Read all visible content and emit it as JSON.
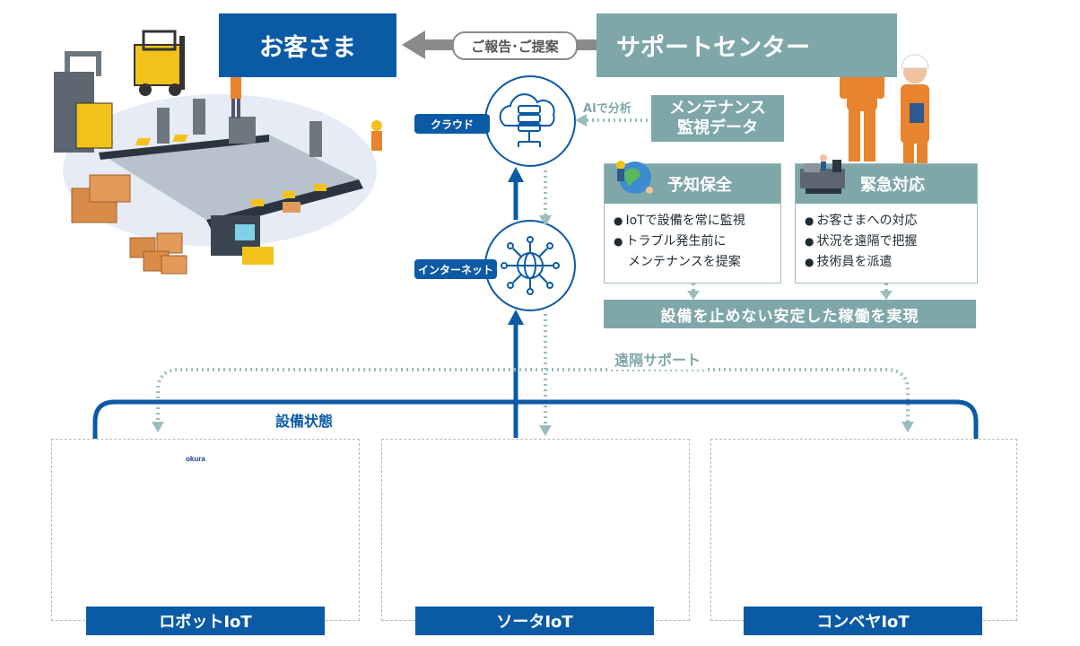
{
  "customer": {
    "label": "お客さま"
  },
  "support_center": {
    "label": "サポートセンター"
  },
  "report_pill": {
    "label": "ご報告･ご提案"
  },
  "cloud": {
    "tag": "クラウド",
    "ai_label": "AIで分析"
  },
  "internet": {
    "tag": "インターネット"
  },
  "monitoring": {
    "line1": "メンテナンス",
    "line2": "監視データ"
  },
  "predictive": {
    "title": "予知保全",
    "items": [
      "IoTで設備を常に監視",
      "トラブル発生前に",
      "メンテナンスを提案"
    ]
  },
  "emergency": {
    "title": "緊急対応",
    "items": [
      "お客さまへの対応",
      "状況を遠隔で把握",
      "技術員を派遣"
    ]
  },
  "result_banner": {
    "label": "設備を止めない安定した稼働を実現"
  },
  "remote_support": {
    "label": "遠隔サポート"
  },
  "equipment_status": {
    "label": "設備状態"
  },
  "robot": {
    "label": "ロボットIoT",
    "brand": "okura"
  },
  "sorter": {
    "label": "ソータIoT"
  },
  "conveyor": {
    "label": "コンベヤIoT"
  },
  "colors": {
    "blue": "#0b5aa6",
    "teal": "#7fa7a9",
    "orange": "#e8832e",
    "gray_arrow": "#8a8a8a"
  },
  "icons": [
    "factory-illustration",
    "cloud-server-icon",
    "network-globe-icon",
    "globe-icon",
    "machine-icon",
    "worker-figures"
  ]
}
